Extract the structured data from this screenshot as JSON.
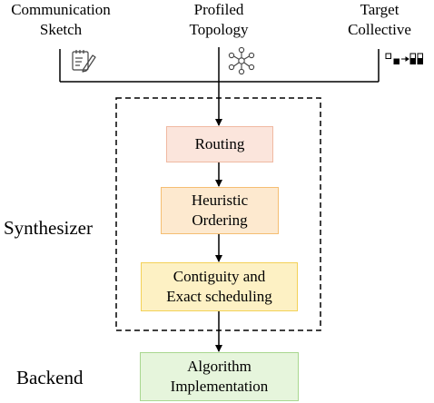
{
  "inputs": [
    {
      "line1": "Communication",
      "line2": "Sketch",
      "icon": "notepad-pencil-icon"
    },
    {
      "line1": "Profiled",
      "line2": "Topology",
      "icon": "network-topology-icon"
    },
    {
      "line1": "Target",
      "line2": "Collective",
      "icon": "collective-transform-icon"
    }
  ],
  "sections": {
    "synthesizer": "Synthesizer",
    "backend": "Backend"
  },
  "steps": {
    "routing": {
      "line1": "Routing"
    },
    "heuristic": {
      "line1": "Heuristic",
      "line2": "Ordering"
    },
    "contiguity": {
      "line1": "Contiguity and",
      "line2": "Exact scheduling"
    },
    "algorithm": {
      "line1": "Algorithm",
      "line2": "Implementation"
    }
  },
  "colors": {
    "routing_fill": "#fbe5dc",
    "heuristic_fill": "#fde9cf",
    "contiguity_fill": "#fdf1c4",
    "algorithm_fill": "#e6f5dc"
  }
}
